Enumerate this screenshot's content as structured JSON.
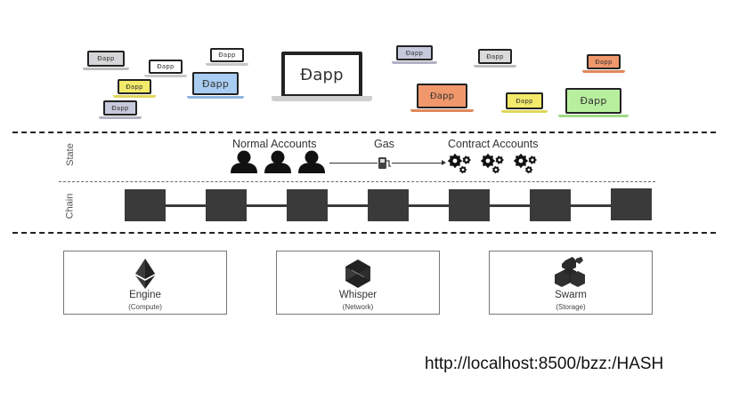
{
  "dapps": {
    "label": "Ðapp",
    "items": [
      {
        "name": "dapp-laptop-gray-small-1",
        "screen_color": "#d6d6d8",
        "base_color": "#bdbdbd"
      },
      {
        "name": "dapp-laptop-white-small-1",
        "screen_color": "#ffffff",
        "base_color": "#c8c8c8"
      },
      {
        "name": "dapp-laptop-white-small-2",
        "screen_color": "#ffffff",
        "base_color": "#c8c8c8"
      },
      {
        "name": "dapp-laptop-yellow-small-1",
        "screen_color": "#f3ea6a",
        "base_color": "#e0d65a"
      },
      {
        "name": "dapp-laptop-lavender-small-1",
        "screen_color": "#c6c8dc",
        "base_color": "#b0b2c4"
      },
      {
        "name": "dapp-laptop-blue-medium",
        "screen_color": "#a9cdf2",
        "base_color": "#8db6e0"
      },
      {
        "name": "dapp-laptop-main-large",
        "screen_color": "#ffffff",
        "base_color": "#cfcfcf"
      },
      {
        "name": "dapp-laptop-lavender-small-2",
        "screen_color": "#c6c8dc",
        "base_color": "#b0b2c4"
      },
      {
        "name": "dapp-laptop-gray-small-2",
        "screen_color": "#dadada",
        "base_color": "#bdbdbd"
      },
      {
        "name": "dapp-laptop-orange-medium",
        "screen_color": "#f0976b",
        "base_color": "#e0875b"
      },
      {
        "name": "dapp-laptop-orange-small",
        "screen_color": "#f0976b",
        "base_color": "#e0875b"
      },
      {
        "name": "dapp-laptop-yellow-small-2",
        "screen_color": "#f3ea6a",
        "base_color": "#e0d65a"
      },
      {
        "name": "dapp-laptop-green-medium",
        "screen_color": "#b8ef9e",
        "base_color": "#a0d988"
      }
    ]
  },
  "layers": {
    "state_label": "State",
    "chain_label": "Chain"
  },
  "state": {
    "normal_accounts_label": "Normal Accounts",
    "gas_label": "Gas",
    "contract_accounts_label": "Contract Accounts",
    "normal_account_count": 3,
    "contract_account_count": 3
  },
  "chain": {
    "block_count": 7
  },
  "components": [
    {
      "name": "Engine",
      "sub": "(Compute)",
      "icon": "ethereum-icon"
    },
    {
      "name": "Whisper",
      "sub": "(Network)",
      "icon": "whisper-icon"
    },
    {
      "name": "Swarm",
      "sub": "(Storage)",
      "icon": "swarm-icon"
    }
  ],
  "url": "http://localhost:8500/bzz:/HASH"
}
